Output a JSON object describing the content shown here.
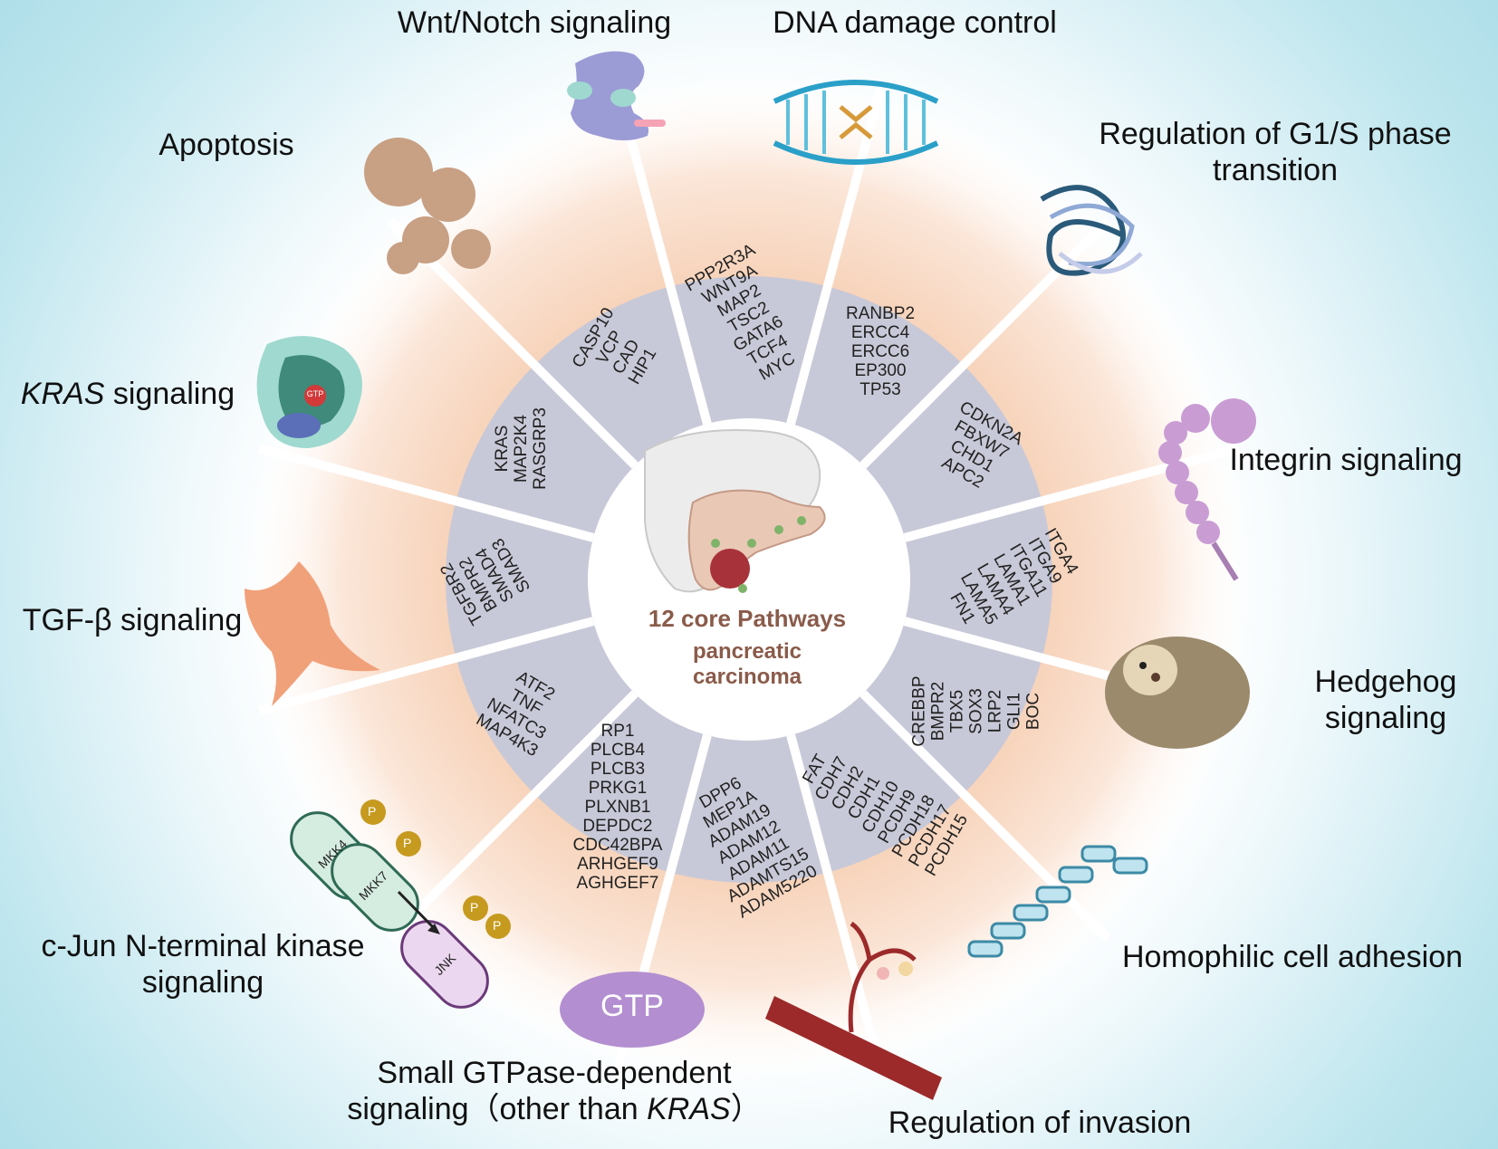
{
  "center": {
    "title": "12 core Pathways",
    "subtitle_line1": "pancreatic",
    "subtitle_line2": "carcinoma"
  },
  "pathways": [
    {
      "id": "wnt",
      "label": "Wnt/Notch signaling",
      "genes": [
        "PPP2R3A",
        "WNT9A",
        "MAP2",
        "TSC2",
        "GATA6",
        "TCF4",
        "MYC"
      ]
    },
    {
      "id": "dna",
      "label": "DNA damage control",
      "genes": [
        "RANBP2",
        "ERCC4",
        "ERCC6",
        "EP300",
        "TP53"
      ]
    },
    {
      "id": "g1s",
      "label_line1": "Regulation of G1/S phase",
      "label_line2": "transition",
      "genes": [
        "CDKN2A",
        "FBXW7",
        "CHD1",
        "APC2"
      ]
    },
    {
      "id": "integrin",
      "label": "Integrin signaling",
      "genes": [
        "ITGA4",
        "ITGA9",
        "ITGA11",
        "LAMA1",
        "LAMA4",
        "LAMA5",
        "FN1"
      ]
    },
    {
      "id": "hedgehog",
      "label_line1": "Hedgehog",
      "label_line2": "signaling",
      "genes": [
        "CREBBP",
        "BMPR2",
        "TBX5",
        "SOX3",
        "LRP2",
        "GLI1",
        "BOC"
      ]
    },
    {
      "id": "homophilic",
      "label": "Homophilic cell adhesion",
      "genes": [
        "FAT",
        "CDH7",
        "CDH2",
        "CDH1",
        "CDH10",
        "PCDH9",
        "PCDH18",
        "PCDH17",
        "PCDH15"
      ]
    },
    {
      "id": "invasion",
      "label": "Regulation of invasion",
      "genes": [
        "DPP6",
        "MEP1A",
        "ADAM19",
        "ADAM12",
        "ADAM11",
        "ADAMTS15",
        "ADAM5220"
      ]
    },
    {
      "id": "gtpase",
      "label_line1": "Small GTPase-dependent",
      "label_line2_pre": "signaling（other than ",
      "label_line2_it": "KRAS",
      "label_line2_post": "）",
      "genes": [
        "RP1",
        "PLCB4",
        "PLCB3",
        "PRKG1",
        "PLXNB1",
        "DEPDC2",
        "CDC42BPA",
        "ARHGEF9",
        "AGHGEF7"
      ]
    },
    {
      "id": "jnk",
      "label_line1": "c-Jun N-terminal kinase",
      "label_line2": "signaling",
      "genes": [
        "ATF2",
        "TNF",
        "NFATC3",
        "MAP4K3"
      ]
    },
    {
      "id": "tgf",
      "label": "TGF-β signaling",
      "genes": [
        "TGFBR2",
        "BMPR2",
        "SMAD4",
        "SMAD3"
      ]
    },
    {
      "id": "kras",
      "label_it": "KRAS",
      "label_rest": " signaling",
      "genes": [
        "KRAS",
        "MAP2K4",
        "RASGRP3"
      ]
    },
    {
      "id": "apoptosis",
      "label": "Apoptosis",
      "genes": [
        "CASP10",
        "VCP",
        "CAD",
        "HIP1"
      ]
    }
  ],
  "icons": {
    "gtp_badge": "GTP",
    "gtp_oval": "GTP",
    "mkk4": "MKK4",
    "mkk7": "MKK7",
    "jnk": "JNK",
    "phospho": "P"
  },
  "colors": {
    "inner_ring": "#c8c9d8",
    "outer_ring": "#f7d9c4",
    "center_text": "#8a5b4a",
    "background": "#bfe6ee"
  }
}
